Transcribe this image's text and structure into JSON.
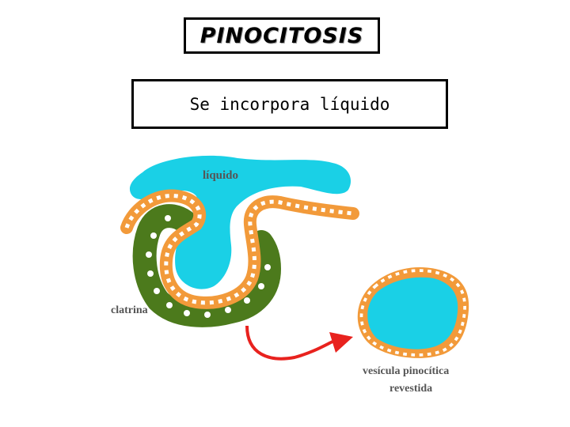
{
  "header": {
    "title": "PINOCITOSIS",
    "subtitle": "Se incorpora líquido"
  },
  "diagram": {
    "labels": {
      "liquid": "líquido",
      "clathrin": "clatrina",
      "vesicle_line1": "vesícula pinocítica",
      "vesicle_line2": "revestida"
    },
    "colors": {
      "liquid": "#1ad0e6",
      "membrane": "#f29a3a",
      "clathrin": "#4c7a1c",
      "arrow": "#e8221e",
      "label": "#555555"
    }
  }
}
